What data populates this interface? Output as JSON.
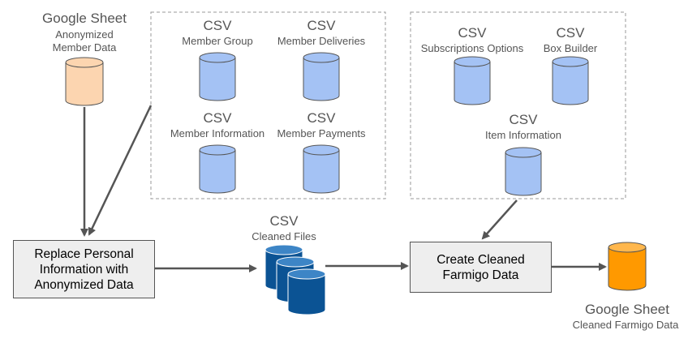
{
  "source_sheet": {
    "title": "Google Sheet",
    "line1": "Anonymized",
    "line2": "Member Data"
  },
  "group_one": [
    {
      "type": "CSV",
      "name": "Member Group"
    },
    {
      "type": "CSV",
      "name": "Member Deliveries"
    },
    {
      "type": "CSV",
      "name": "Member Information"
    },
    {
      "type": "CSV",
      "name": "Member Payments"
    }
  ],
  "group_two": [
    {
      "type": "CSV",
      "name": "Subscriptions Options"
    },
    {
      "type": "CSV",
      "name": "Box Builder"
    },
    {
      "type": "CSV",
      "name": "Item Information"
    }
  ],
  "replace_box": {
    "line1": "Replace Personal",
    "line2": "Information with",
    "line3": "Anonymized Data"
  },
  "cleaned_files": {
    "type": "CSV",
    "name": "Cleaned Files"
  },
  "create_box": {
    "line1": "Create Cleaned",
    "line2": "Farmigo Data"
  },
  "output_sheet": {
    "title": "Google Sheet",
    "name": "Cleaned Farmigo Data"
  },
  "colors": {
    "peach_db": "#fcd5b0",
    "blue_db": "#a4c2f4",
    "navy_db": "#0b5394",
    "orange_db": "#ff9900",
    "arrow": "#555555",
    "dashed_border": "#999999"
  }
}
